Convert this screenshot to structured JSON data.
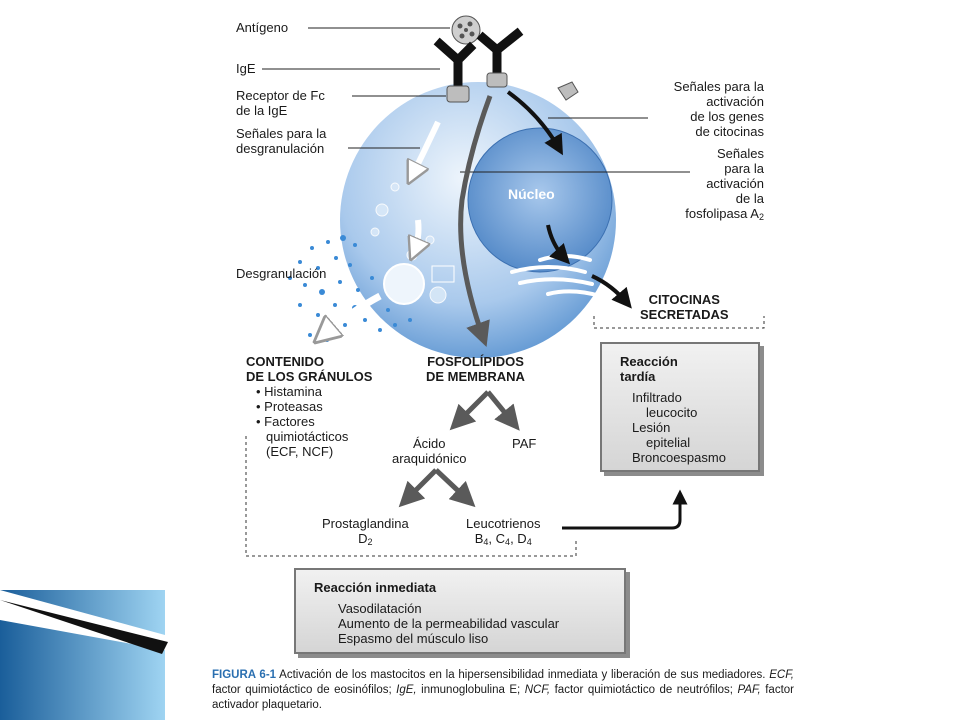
{
  "labels": {
    "antigen": "Antígeno",
    "ige": "IgE",
    "receptor_1": "Receptor de Fc",
    "receptor_2": "de la IgE",
    "degran_signals_1": "Señales para la",
    "degran_signals_2": "desgranulación",
    "cytokine_signals": [
      "Señales para la",
      "activación",
      "de los genes",
      "de citocinas"
    ],
    "phospholipase_signals": [
      "Señales",
      "para la",
      "activación",
      "de la"
    ],
    "phospholipase_line_text": "fosfolipasa A",
    "phospholipase_sub": "2",
    "nucleus": "Núcleo",
    "degranulation": "Desgranulación",
    "secreted_cytokines": [
      "CITOCINAS",
      "SECRETADAS"
    ],
    "granule_content_title": [
      "CONTENIDO",
      "DE LOS GRÁNULOS"
    ],
    "granule_items": [
      "• Histamina",
      "• Proteasas",
      "• Factores",
      "quimiotácticos",
      "(ECF, NCF)"
    ],
    "membrane_phospholipids": [
      "FOSFOLÍPIDOS",
      "DE MEMBRANA"
    ],
    "arachidonic_acid": [
      "Ácido",
      "araquidónico"
    ],
    "paf": "PAF",
    "prostaglandin": "Prostaglandina",
    "prostaglandin_sub_text": "D",
    "prostaglandin_sub": "2",
    "leukotrienes": "Leucotrienos",
    "leukotrienes_values": [
      "B",
      "4",
      ", C",
      "4",
      ", D",
      "4"
    ]
  },
  "late_reaction": {
    "title": [
      "Reacción",
      "tardía"
    ],
    "items": [
      "Infiltrado",
      "leucocito",
      "Lesión",
      "epitelial",
      "Broncoespasmo"
    ]
  },
  "immediate_reaction": {
    "title": "Reacción inmediata",
    "items": [
      "Vasodilatación",
      "Aumento de la permeabilidad vascular",
      "Espasmo del músculo liso"
    ]
  },
  "caption": {
    "figure": "FIGURA 6-1",
    "text": " Activación de los mastocitos en la hipersensibilidad inmediata y liberación de sus mediadores. ",
    "abbr": [
      {
        "term": "ECF,",
        "def": " factor quimiotáctico de eosinófilos; "
      },
      {
        "term": "IgE,",
        "def": " inmunoglobulina E; "
      },
      {
        "term": "NCF,",
        "def": " factor quimiotáctico de neutrófilos; "
      },
      {
        "term": "PAF,",
        "def": " factor activador plaquetario."
      }
    ]
  },
  "colors": {
    "cell_light": "#dbe9f7",
    "cell_dark": "#5a93d0",
    "nucleus": "#7aa9dc",
    "arrow": "#5a5a5a",
    "granule": "#3a8ad6",
    "accent_slide": "#1f77b4"
  }
}
